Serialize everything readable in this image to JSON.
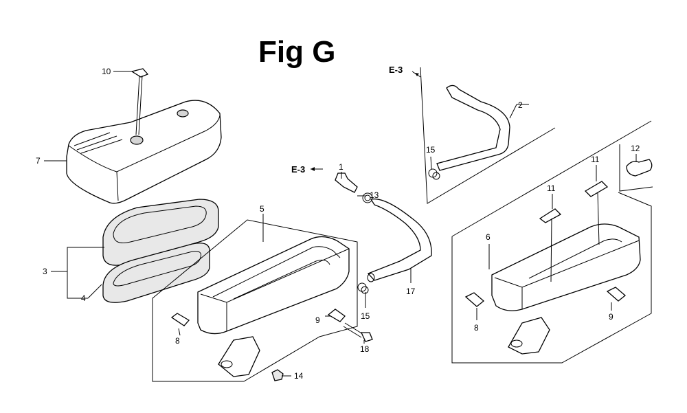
{
  "figure_title": "Fig G",
  "callouts": {
    "c1": "1",
    "c2": "2",
    "c3": "3",
    "c4": "4",
    "c5": "5",
    "c6": "6",
    "c7": "7",
    "c8a": "8",
    "c8b": "8",
    "c9a": "9",
    "c9b": "9",
    "c10": "10",
    "c11a": "11",
    "c11b": "11",
    "c12": "12",
    "c13": "13",
    "c14": "14",
    "c15a": "15",
    "c15b": "15",
    "c17": "17",
    "c18": "18"
  },
  "references": {
    "e3_top": "E-3",
    "e3_mid": "E-3"
  }
}
